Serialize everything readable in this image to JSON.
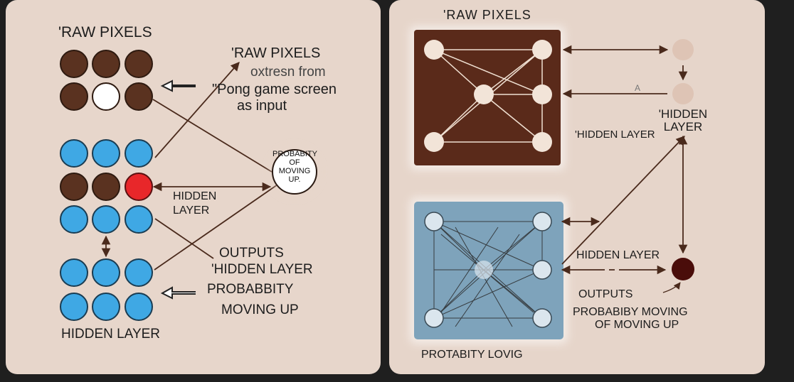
{
  "colors": {
    "panel_left_bg": "#e7d6cb",
    "panel_right_bg": "#e6d5ca",
    "page_bg": "#1f1f1f",
    "node_brown": "#5a3220",
    "node_blue": "#3fa8e4",
    "node_red": "#e8272a",
    "node_white": "#ffffff",
    "arrow": "#4a2a1c",
    "box_brown": "#5a2a1a",
    "box_blue": "#7ea3bb",
    "node_cream": "#f2e4d8"
  },
  "left": {
    "title": "'RAW PIXELS",
    "raw_pixels_label": "'RAW PIXELS",
    "extracted_text": "oxtresn from",
    "pong_text": "\"Pong game screen",
    "as_input_text": "as input",
    "probability_circle": [
      "PROBABITY",
      "OF",
      "MOVING",
      "UP."
    ],
    "hidden_layer_mid": [
      "HIDDEN",
      "LAYER"
    ],
    "outputs_text": "OUTPUTS",
    "hidden_layer_out": "'HIDDEN LAYER",
    "probabity_text": "PROBABBITY",
    "moving_up_text": "MOVING UP",
    "hidden_layer_bottom": "HIDDEN LAYER"
  },
  "right": {
    "title": "'RAW PIXELS",
    "small_mark": "A",
    "hidden_layer_top": [
      "'HIDDEN",
      "LAYER"
    ],
    "hidden_layer_mid": "'HIDDEN LAYER",
    "hidden_layer_lower": "HIDDEN LAYER",
    "outputs_text": "OUTPUTS",
    "probabiby_text": "PROBABIBY MOVING",
    "of_moving_up_text": "OF MOVING UP",
    "bottom_text": "PROTABITY LOVIG"
  }
}
